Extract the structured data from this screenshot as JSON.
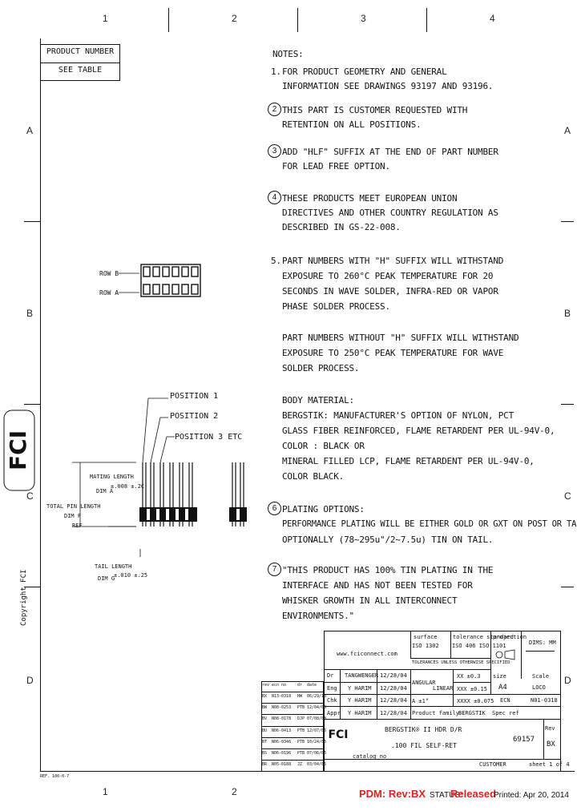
{
  "border": {
    "col_labels": [
      "1",
      "2",
      "3",
      "4"
    ],
    "row_labels": [
      "A",
      "B",
      "C",
      "D"
    ]
  },
  "product_box": {
    "title": "PRODUCT NUMBER",
    "value": "SEE TABLE"
  },
  "notes": {
    "heading": "NOTES:",
    "items": [
      {
        "num": "1.",
        "circled": false,
        "lines": [
          "FOR PRODUCT GEOMETRY AND GENERAL",
          "INFORMATION SEE DRAWINGS 93197 AND 93196."
        ]
      },
      {
        "num": "2",
        "circled": true,
        "lines": [
          "THIS PART IS CUSTOMER REQUESTED WITH",
          "RETENTION ON ALL POSITIONS."
        ]
      },
      {
        "num": "3",
        "circled": true,
        "lines": [
          "ADD \"HLF\" SUFFIX AT THE END OF PART NUMBER",
          "FOR LEAD FREE OPTION."
        ]
      },
      {
        "num": "4",
        "circled": true,
        "lines": [
          "THESE PRODUCTS MEET EUROPEAN UNION",
          "DIRECTIVES AND OTHER COUNTRY REGULATION AS",
          "DESCRIBED IN GS-22-008."
        ]
      },
      {
        "num": "5.",
        "circled": false,
        "lines": [
          "PART NUMBERS WITH \"H\" SUFFIX WILL WITHSTAND",
          "EXPOSURE TO 260°C PEAK TEMPERATURE FOR 20",
          "SECONDS IN WAVE SOLDER, INFRA-RED OR VAPOR",
          "PHASE SOLDER PROCESS.",
          "",
          "PART NUMBERS WITHOUT \"H\" SUFFIX WILL WITHSTAND",
          "EXPOSURE TO 250°C PEAK TEMPERATURE FOR WAVE",
          "SOLDER PROCESS."
        ]
      },
      {
        "num": "",
        "circled": false,
        "lines": [
          "BODY MATERIAL:",
          "BERGSTIK: MANUFACTURER'S OPTION OF NYLON, PCT",
          "GLASS FIBER REINFORCED, FLAME RETARDENT PER UL-94V-0,",
          "COLOR : BLACK OR",
          "MINERAL FILLED LCP, FLAME RETARDENT PER UL-94V-0,",
          "COLOR BLACK."
        ]
      },
      {
        "num": "6",
        "circled": true,
        "lines": [
          "PLATING OPTIONS:",
          "PERFORMANCE PLATING WILL BE EITHER GOLD OR GXT ON POST OR TAIL,",
          "OPTIONALLY (78~295u\"/2~7.5u) TIN ON TAIL."
        ]
      },
      {
        "num": "7",
        "circled": true,
        "lines": [
          "\"THIS PRODUCT HAS 100% TIN PLATING IN THE",
          "INTERFACE AND HAS NOT BEEN TESTED FOR",
          "WHISKER GROWTH IN ALL INTERCONNECT",
          "ENVIRONMENTS.\""
        ]
      }
    ]
  },
  "drawing": {
    "row_b": "ROW B",
    "row_a": "ROW A",
    "pos1": "POSITION 1",
    "pos2": "POSITION 2",
    "pos3": "POSITION 3 ETC",
    "mating_length": "MATING LENGTH",
    "mating_dim": "DIM A",
    "mating_tol": "±.008  ±.2C",
    "total_pin": "TOTAL PIN LENGTH",
    "total_dim": "DIM F",
    "total_ref": "REF",
    "tail_length": "TAIL LENGTH",
    "tail_dim": "DIM G",
    "tail_tol": "±.010  ±.25"
  },
  "copyright": "Copyright FCI",
  "title_block": {
    "website": "www.fciconnect.com",
    "surface": "surface",
    "surface_val": "ISO 1302",
    "tolerance": "tolerance standard",
    "tolerance_val": "ISO 406  ISO 1101",
    "projection": "projection",
    "dim_label": "DIMS: MM",
    "tol_heading": "TOLERANCES UNLESS OTHERWISE SPECIFIED",
    "dr": "Dr",
    "eng": "Eng",
    "chk": "Chk",
    "appr": "Appr",
    "name_dr": "TANGWENGER",
    "name_eng": "Y HARIM",
    "name_chk": "Y HARIM",
    "name_appr": "Y HARIM",
    "date1": "12/28/04",
    "date2": "12/28/04",
    "date3": "12/28/04",
    "date4": "12/28/04",
    "angular": "ANGULAR",
    "linear": "LINEAR",
    "tol_xx": "XX  ±0.3",
    "tol_xxx": "XXX  ±0.15",
    "tol_a": "A  ±1°",
    "tol_xxxx": "XXXX  ±0.075",
    "size": "size",
    "size_val": "A4",
    "scale": "Scale",
    "scale_val": "LOCO",
    "ecn": "ECN",
    "ecn_val": "N01-0318",
    "product_family": "Product family",
    "family_val": "BERGSTIK",
    "spec_ref": "Spec ref",
    "title_line1": "BERGSTIK® II HDR D/R",
    "title_line2": ".100 FIL SELF-RET",
    "catalog": "catalog no",
    "drawing_no": "69157",
    "rev_label": "Rev",
    "rev": "BX",
    "customer": "CUSTOMER",
    "sheet": "sheet 1 of 4",
    "rev_header": [
      "rev",
      "ecn no",
      "dr",
      "date"
    ],
    "rev_rows": [
      [
        "BX",
        "N13-0318",
        "HW",
        "06/29/13"
      ],
      [
        "BW",
        "N08-0253",
        "PTB",
        "12/04/08"
      ],
      [
        "BV",
        "N08-0178",
        "DJP",
        "07/08/08"
      ],
      [
        "BU",
        "N06-0413",
        "PTB",
        "12/07/06"
      ],
      [
        "BT",
        "N06-0346",
        "PTB",
        "10/24/06"
      ],
      [
        "BS",
        "N06-0196",
        "PTB",
        "07/06/06"
      ],
      [
        "BR",
        "N05-0188",
        "JZ",
        "03/04/05"
      ]
    ],
    "pdm_rev": "PDM: Rev:BX",
    "status_label": "STATUS:",
    "status": "Released",
    "printed": "Printed: Apr 20, 2014",
    "code": "REF. 100-0-7"
  }
}
